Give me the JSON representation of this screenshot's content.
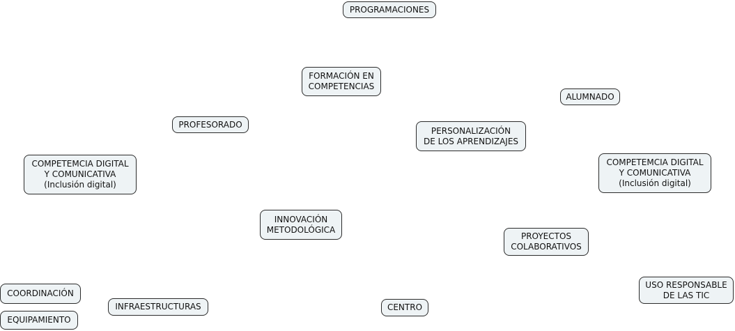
{
  "map": {
    "background_color": "#ffffff",
    "node_fill": "#eef3f5",
    "node_border": "#2b2b2b",
    "nodes": {
      "programaciones": "PROGRAMACIONES",
      "formacion": "FORMACIÓN EN\nCOMPETENCIAS",
      "alumnado": "ALUMNADO",
      "profesorado": "PROFESORADO",
      "personalizacion": "PERSONALIZACIÓN\nDE LOS APRENDIZAJES",
      "competencia_left": "COMPETEMCIA DIGITAL\nY COMUNICATIVA\n(Inclusión digital)",
      "competencia_right": "COMPETEMCIA DIGITAL\nY COMUNICATIVA\n(Inclusión digital)",
      "innovacion": "INNOVACIÓN\nMETODOLÓGICA",
      "proyectos": "PROYECTOS\nCOLABORATIVOS",
      "uso_responsable": "USO RESPONSABLE\nDE LAS TIC",
      "coordinacion": "COORDINACIÓN",
      "infraestructuras": "INFRAESTRUCTURAS",
      "centro": "CENTRO",
      "equipamiento": "EQUIPAMIENTO"
    }
  }
}
